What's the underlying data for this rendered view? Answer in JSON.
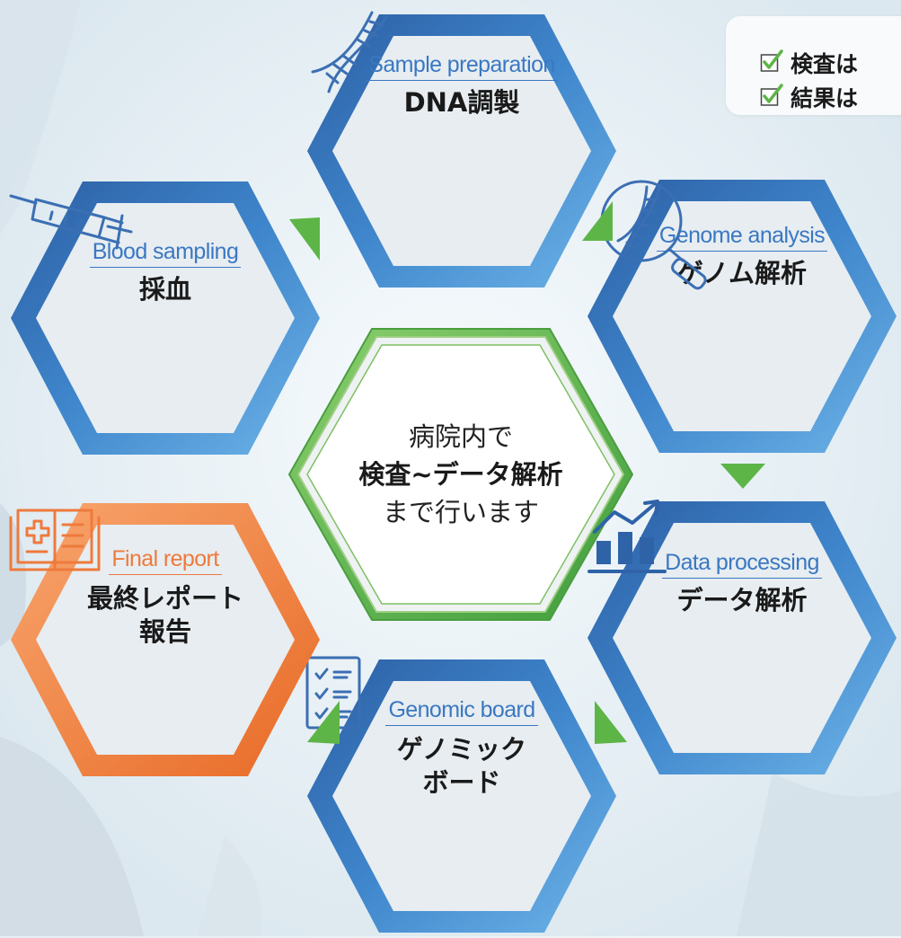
{
  "center": {
    "line1": "病院内で",
    "line2": "検査~データ解析",
    "line3": "まで行います"
  },
  "steps": [
    {
      "id": "blood",
      "en": "Blood sampling",
      "ja": [
        "採血"
      ],
      "icon": "syringe-icon"
    },
    {
      "id": "sample",
      "en": "Sample preparation",
      "ja": [
        "DNA調製"
      ],
      "icon": "dna-icon"
    },
    {
      "id": "genome",
      "en": "Genome analysis",
      "ja": [
        "ゲノム解析"
      ],
      "icon": "dna-magnifier-icon"
    },
    {
      "id": "data",
      "en": "Data processing",
      "ja": [
        "データ解析"
      ],
      "icon": "bar-chart-trend-icon"
    },
    {
      "id": "board",
      "en": "Genomic board",
      "ja": [
        "ゲノミック",
        "ボード"
      ],
      "icon": "checklist-icon"
    },
    {
      "id": "report",
      "en": "Final report",
      "ja": [
        "最終レポート",
        "報告"
      ],
      "icon": "medical-book-icon"
    }
  ],
  "notes": [
    {
      "text": "検査は"
    },
    {
      "text": "結果は"
    }
  ],
  "colors": {
    "blue_dark": "#2f63a8",
    "blue_light": "#5fa6df",
    "orange_dark": "#ec6f2c",
    "orange_light": "#f7a067",
    "green": "#5db548",
    "hex_fill": "#e6ecf0"
  }
}
